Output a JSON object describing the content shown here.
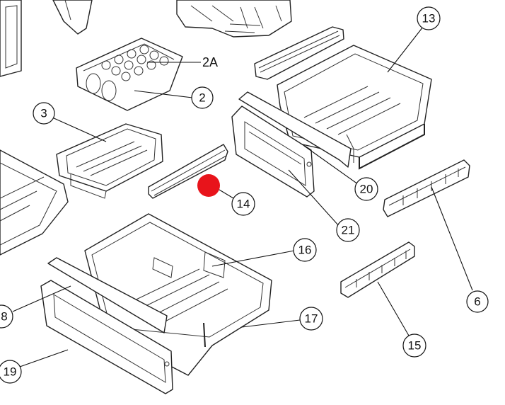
{
  "callouts": {
    "c2A": "2A",
    "c2": "2",
    "c3": "3",
    "c13": "13",
    "c20": "20",
    "c14": "14",
    "c21": "21",
    "c16": "16",
    "c6": "6",
    "c17": "17",
    "c15": "15",
    "c8": "8",
    "c19": "19"
  },
  "marker": {
    "color": "#e8141b"
  }
}
